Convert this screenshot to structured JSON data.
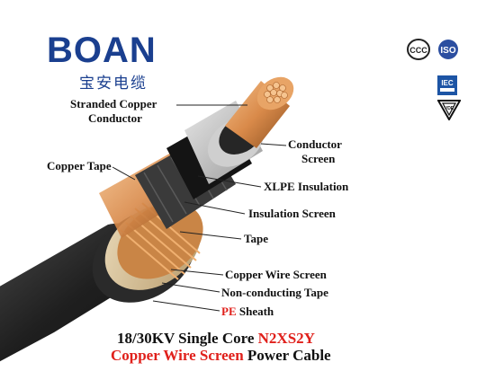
{
  "brand": {
    "name": "BOAN",
    "name_cn": "宝安电缆"
  },
  "certifications": {
    "ccc": "CCC",
    "iso": "ISO",
    "iec": "IEC",
    "vde": "VDE"
  },
  "labels": {
    "conductor_l1": "Stranded Copper",
    "conductor_l2": "Conductor",
    "copper_tape": "Copper Tape",
    "conductor_screen_l1": "Conductor",
    "conductor_screen_l2": "Screen",
    "xlpe": "XLPE Insulation",
    "insulation_screen": "Insulation Screen",
    "tape": "Tape",
    "copper_wire_screen": "Copper Wire Screen",
    "non_conducting_tape": "Non-conducting Tape",
    "pe": "PE",
    "sheath": "Sheath"
  },
  "caption": {
    "line1_prefix": "18/30KV Single Core ",
    "line1_code": "N2XS2Y",
    "line2_red": "Copper Wire Screen",
    "line2_suffix": " Power Cable"
  },
  "colors": {
    "brand": "#1a3f8f",
    "accent_red": "#e0201b",
    "copper": "#d98a4a",
    "sheath": "#2a2a2a"
  }
}
